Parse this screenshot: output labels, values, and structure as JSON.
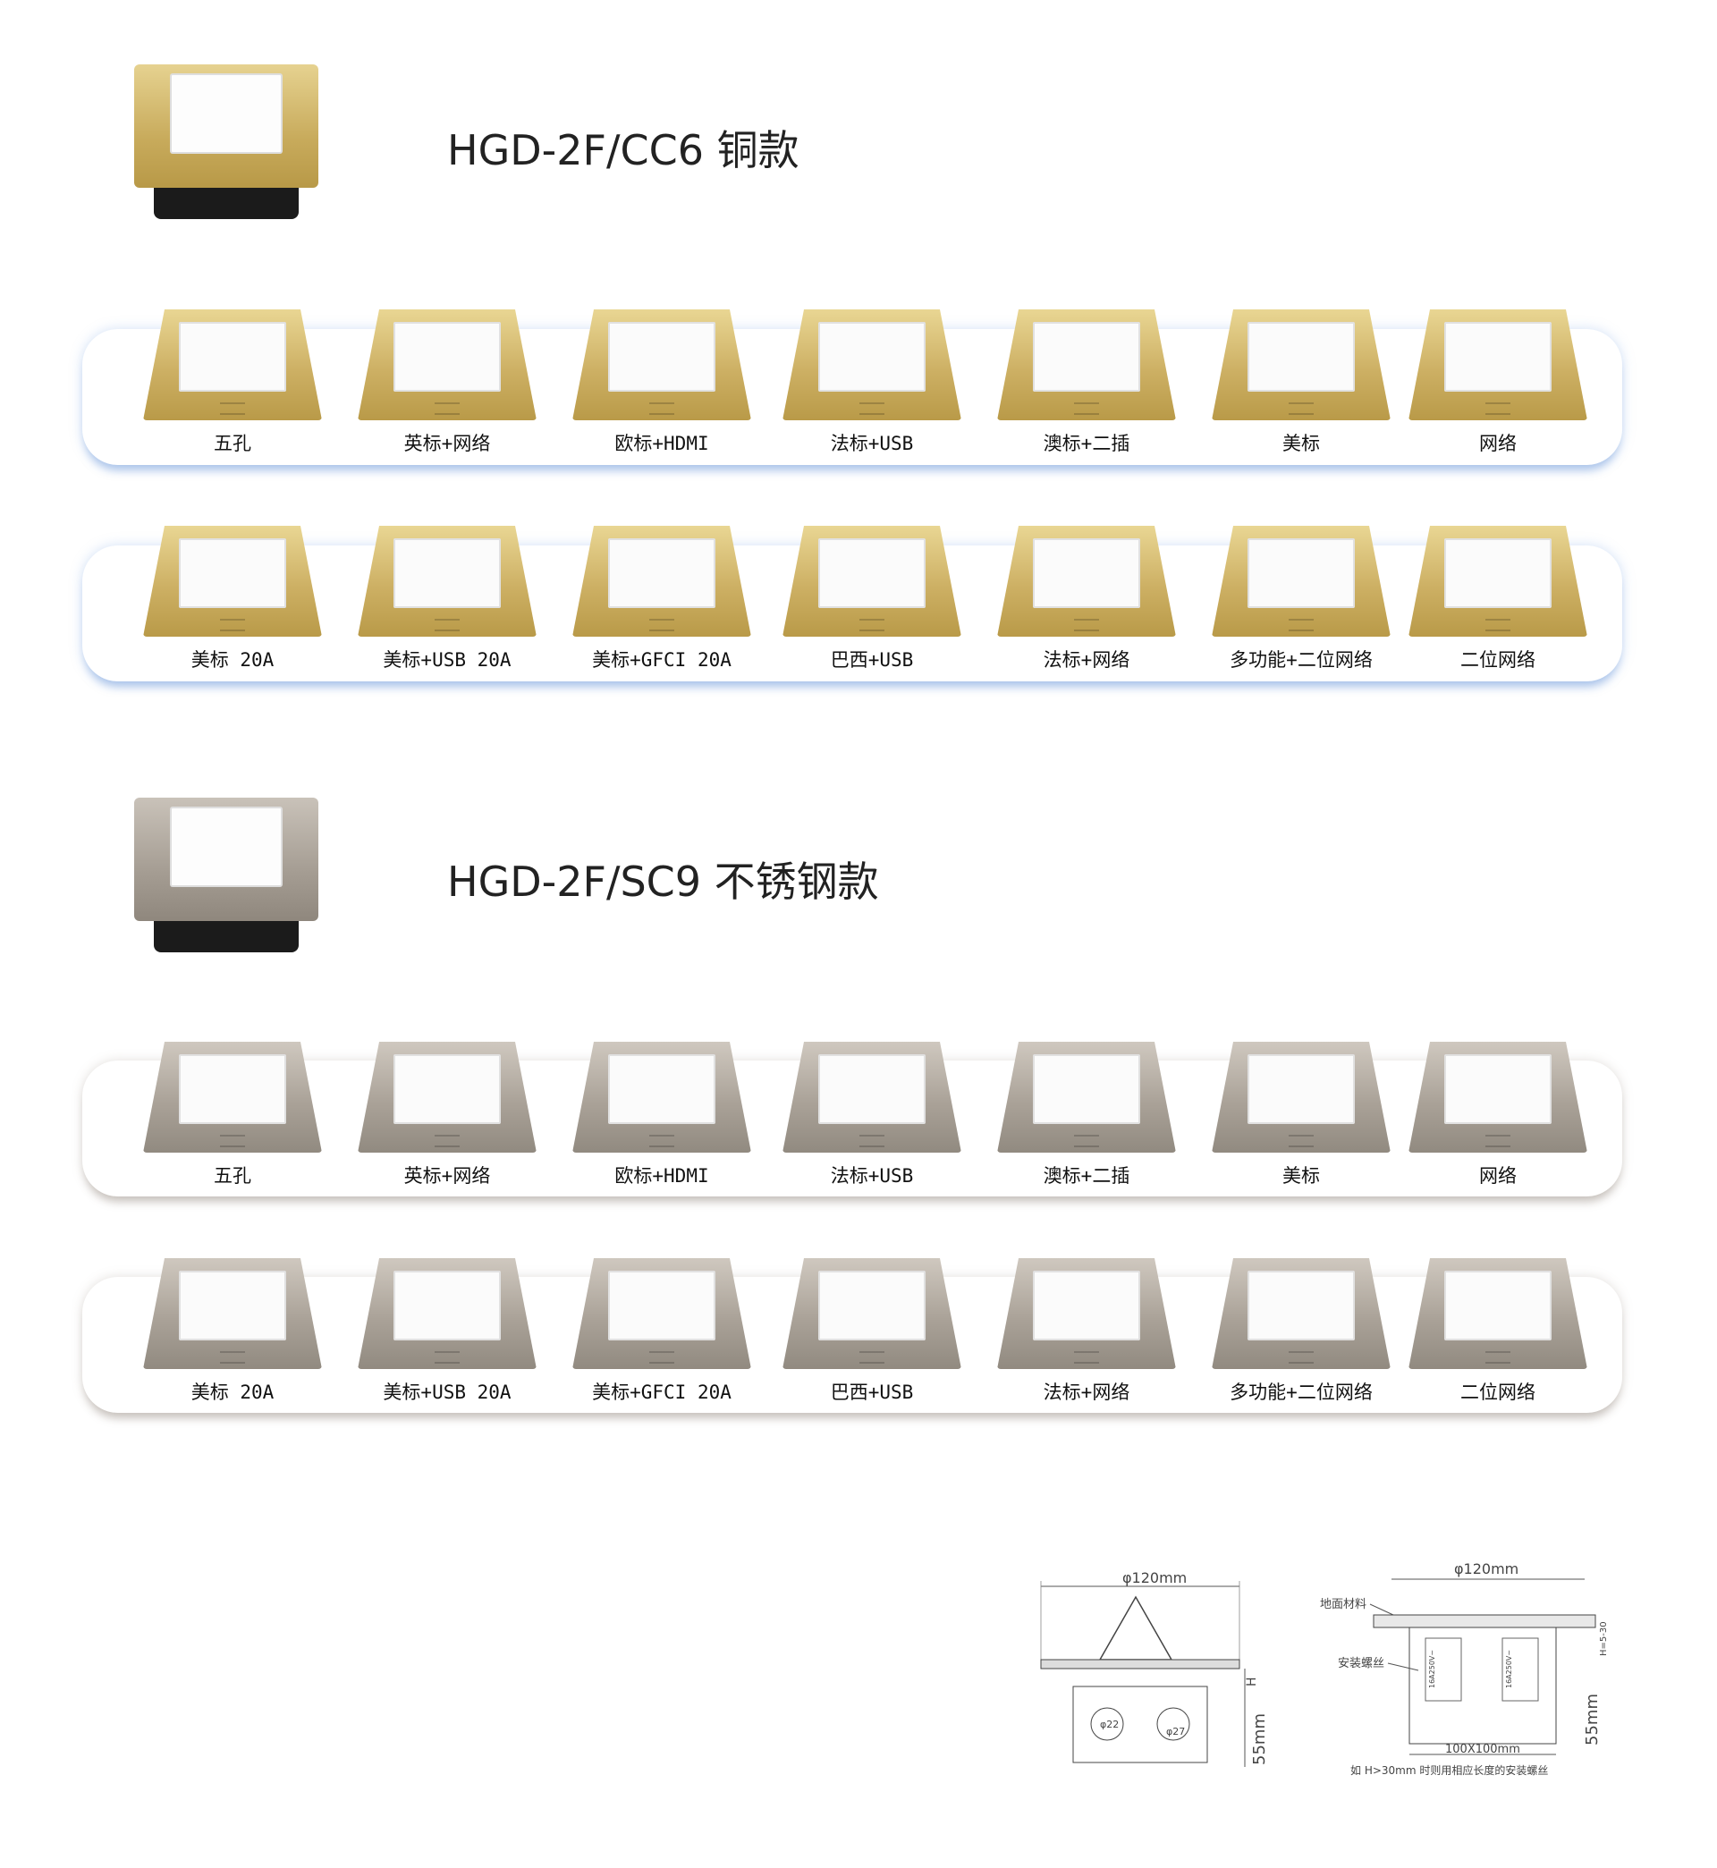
{
  "sections": [
    {
      "title": "HGD-2F/CC6 铜款",
      "finish": "gold",
      "rows": [
        [
          "五孔",
          "英标+网络",
          "欧标+HDMI",
          "法标+USB",
          "澳标+二插",
          "美标",
          "网络"
        ],
        [
          "美标 20A",
          "美标+USB 20A",
          "美标+GFCI 20A",
          "巴西+USB",
          "法标+网络",
          "多功能+二位网络",
          "二位网络"
        ]
      ]
    },
    {
      "title": "HGD-2F/SC9 不锈钢款",
      "finish": "steel",
      "rows": [
        [
          "五孔",
          "英标+网络",
          "欧标+HDMI",
          "法标+USB",
          "澳标+二插",
          "美标",
          "网络"
        ],
        [
          "美标 20A",
          "美标+USB 20A",
          "美标+GFCI 20A",
          "巴西+USB",
          "法标+网络",
          "多功能+二位网络",
          "二位网络"
        ]
      ]
    }
  ],
  "diagrams": {
    "left": {
      "diameter": "φ120mm",
      "height": "55mm",
      "h_mark": "H",
      "hole_a": "φ22",
      "hole_b": "φ27"
    },
    "right": {
      "diameter": "φ120mm",
      "floor_material": "地面材料",
      "screw": "安装螺丝",
      "h_range": "H=5-30",
      "height": "55mm",
      "base": "100X100mm",
      "note": "如 H>30mm 时则用相应长度的安装螺丝",
      "rating_a": "16A250V~",
      "rating_b": "16A250V~"
    }
  },
  "colors": {
    "gold": "#c8ab5c",
    "steel": "#a59d93",
    "gold_glow": "#8fb0e6",
    "steel_glow": "#a09488"
  }
}
